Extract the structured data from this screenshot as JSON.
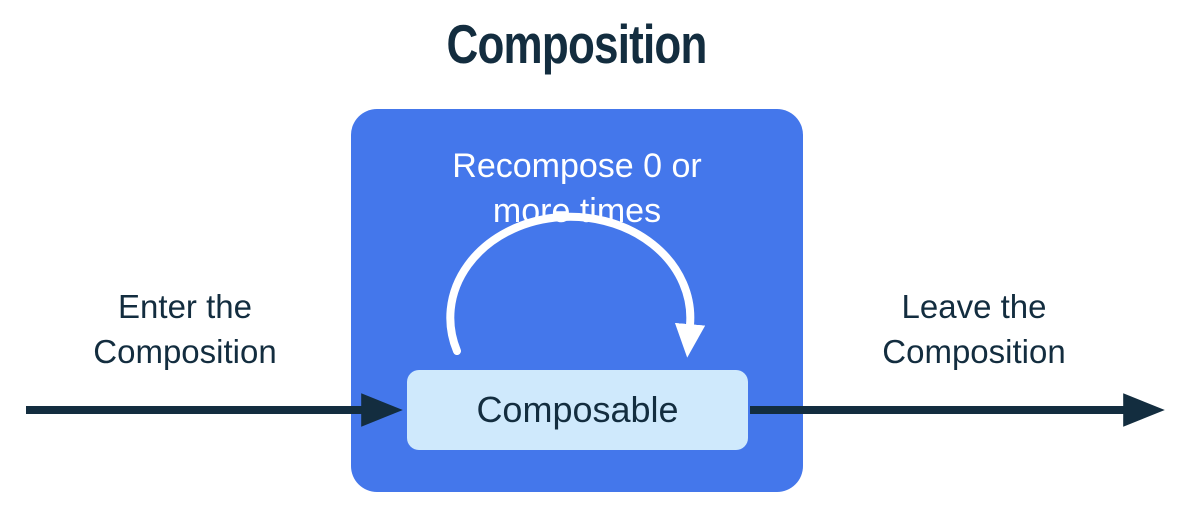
{
  "title": "Composition",
  "composition_box": {
    "recompose_label": "Recompose 0 or\nmore times",
    "composable_label": "Composable"
  },
  "enter_label": "Enter the\nComposition",
  "leave_label": "Leave the\nComposition",
  "icons": {
    "enter_arrow": "right-arrow",
    "leave_arrow": "right-arrow",
    "recompose_arrow": "loop-arc-arrow"
  },
  "colors": {
    "background": "#ffffff",
    "primary_blue": "#4477EB",
    "light_blue": "#CFE9FC",
    "dark_navy": "#132D3F",
    "arc_white": "#ffffff"
  }
}
